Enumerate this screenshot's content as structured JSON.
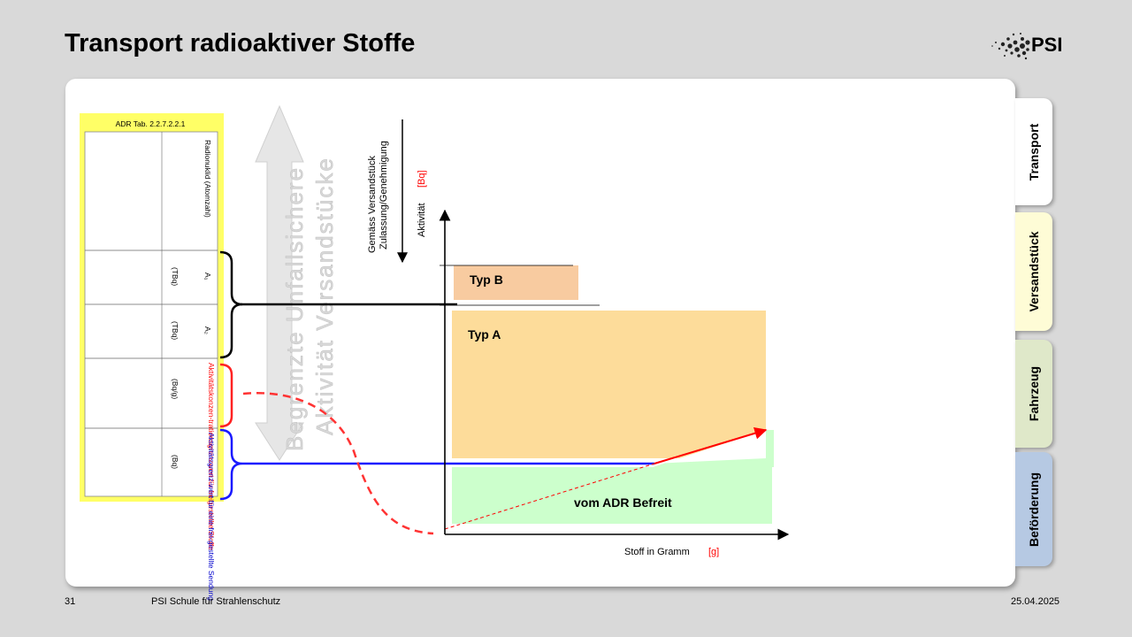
{
  "title": "Transport radioaktiver Stoffe",
  "logo": {
    "text": "PSI"
  },
  "tabs": [
    "Transport",
    "Versandstück",
    "Fahrzeug",
    "Beförderung"
  ],
  "diagram": {
    "table_caption": "ADR Tab. 2.2.7.2.2.1",
    "table_header_radionuclide": "Radionuklid (Atomzahl)",
    "table_header_a1": "A₁",
    "table_header_a2": "A₂",
    "table_header_a1_unit": "(TBq)",
    "table_header_a2_unit": "(TBq)",
    "table_header_conc": "Aktivitätskonzen-trationsgrenzwert für freigestellte Stoffe",
    "table_header_conc_unit": "(Bq/g)",
    "table_header_limit": "Aktivitätsgrenz-wert für eine frei-gestellte Sendung",
    "table_header_limit_unit": "(Bq)",
    "big_arrow_label_1": "Begrenzte Unfallsichere",
    "big_arrow_label_2": "Aktivität Versandstücke",
    "ylabel_line1": "Gemäss Versandstück",
    "ylabel_line2": "Zulassung/Genehmigung",
    "ylabel_line3": "Aktivität",
    "ylabel_unit": "[Bq]",
    "xlabel": "Stoff in Gramm",
    "xlabel_unit": "[g]",
    "typ_b": "Typ B",
    "typ_a": "Typ A",
    "befreit": "vom ADR Befreit",
    "colors": {
      "typ_b": "#f8cba0",
      "typ_a": "#fddc9a",
      "befreit": "#ccffcc",
      "table": "#ffff66",
      "red": "#ff0000",
      "blue": "#0000ff"
    }
  },
  "footer": {
    "page": "31",
    "school": "PSI Schule  für Strahlenschutz",
    "date": "25.04.2025"
  }
}
